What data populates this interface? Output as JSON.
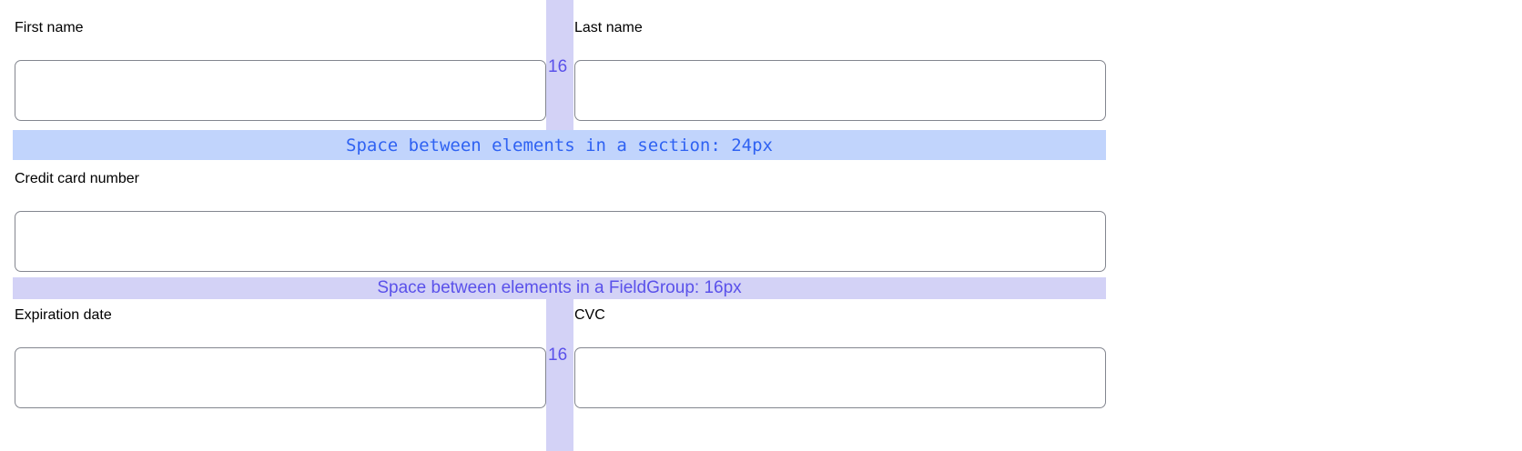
{
  "form": {
    "fields": [
      {
        "key": "first_name",
        "label": "First name",
        "value": "",
        "placeholder": ""
      },
      {
        "key": "last_name",
        "label": "Last name",
        "value": "",
        "placeholder": ""
      },
      {
        "key": "card_number",
        "label": "Credit card number",
        "value": "",
        "placeholder": ""
      },
      {
        "key": "expiration",
        "label": "Expiration date",
        "value": "",
        "placeholder": ""
      },
      {
        "key": "cvc",
        "label": "CVC",
        "value": "",
        "placeholder": ""
      }
    ]
  },
  "annotations": {
    "section_gap": {
      "text": "Space between elements in a section: 24px",
      "value": "24px",
      "color": "#2f62f2",
      "background": "#c1d4fc"
    },
    "fieldgroup_gap": {
      "text": "Space between elements in a FieldGroup: 16px",
      "value": "16px",
      "color": "#5a51ea",
      "background": "#d3d2f6"
    },
    "column_gap_top": {
      "text": "16",
      "color": "#5a51ea",
      "background": "#d3d2f6"
    },
    "column_gap_bottom": {
      "text": "16",
      "color": "#5a51ea",
      "background": "#d3d2f6"
    }
  },
  "colors": {
    "input_border": "#83868f",
    "label_text": "#14141a",
    "page_background": "#ffffff"
  }
}
